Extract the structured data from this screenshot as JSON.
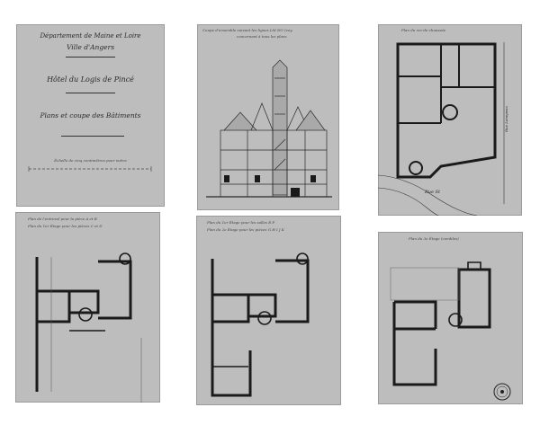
{
  "title_sheet": {
    "department": "Département de Maine et Loire",
    "city": "Ville d'Angers",
    "building": "Hôtel du Logis de Pincé",
    "subject": "Plans et coupe des Bâtiments",
    "scale_note": "Échelle de cinq centimètres pour mètre"
  },
  "section_sheet": {
    "title_line1": "Coupe d'ensemble suivant les lignes LM NO (voy.",
    "title_line2": "concernant à tous les plans"
  },
  "ground_plan_sheet": {
    "title": "Plan du rez-de-chaussée",
    "street_label": "Rue St",
    "side_label": "Rue Lenepveu"
  },
  "mezzanine_plan_sheet": {
    "title_line1": "Plan de l'entresol pour la pièce A et B",
    "title_line2": "Plan du 1er Étage pour les pièces C et D"
  },
  "first_floor_plan_sheet": {
    "title_line1": "Plan du 1er Étage pour les salles E F",
    "title_line2": "Plan du 2e Étage pour les pièces G H I J K"
  },
  "upper_floor_plan_sheet": {
    "title": "Plan du 3e Étage (combles)"
  },
  "colors": {
    "paper": "#bdbdbd",
    "ink": "#1a1a1a",
    "background": "#ffffff"
  }
}
